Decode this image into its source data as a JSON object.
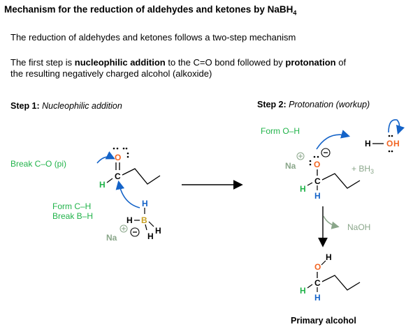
{
  "title": "Mechanism for the reduction of aldehydes and ketones by NaBH",
  "title_sub": "4",
  "intro": "The reduction of aldehydes and ketones follows a two-step mechanism",
  "para2": {
    "t1": "The first step is ",
    "b1": "nucleophilic addition",
    "t2": " to the C=O bond followed by ",
    "b2": "protonation",
    "t3": " of",
    "line2": "the resulting negatively charged alcohol (alkoxide)"
  },
  "step1": {
    "label": "Step 1: ",
    "name": "Nucleophilic addition"
  },
  "step2": {
    "label": "Step 2: ",
    "name": "Protonation (workup)"
  },
  "annotations": {
    "break_co": "Break C–O (pi)",
    "form_ch": "Form C–H",
    "break_bh": "Break B–H",
    "form_oh": "Form O–H",
    "bh3_plus": "+ BH",
    "bh3_sub": "3",
    "naoh": "NaOH",
    "product": "Primary alcohol"
  },
  "atoms": {
    "O": "O",
    "C": "C",
    "H": "H",
    "B": "B",
    "Na": "Na"
  },
  "colors": {
    "green": "#21b34a",
    "oxygen": "#f26522",
    "hydrogen_blue": "#1463c8",
    "boron": "#c8a020",
    "grey": "#8aa68a"
  }
}
